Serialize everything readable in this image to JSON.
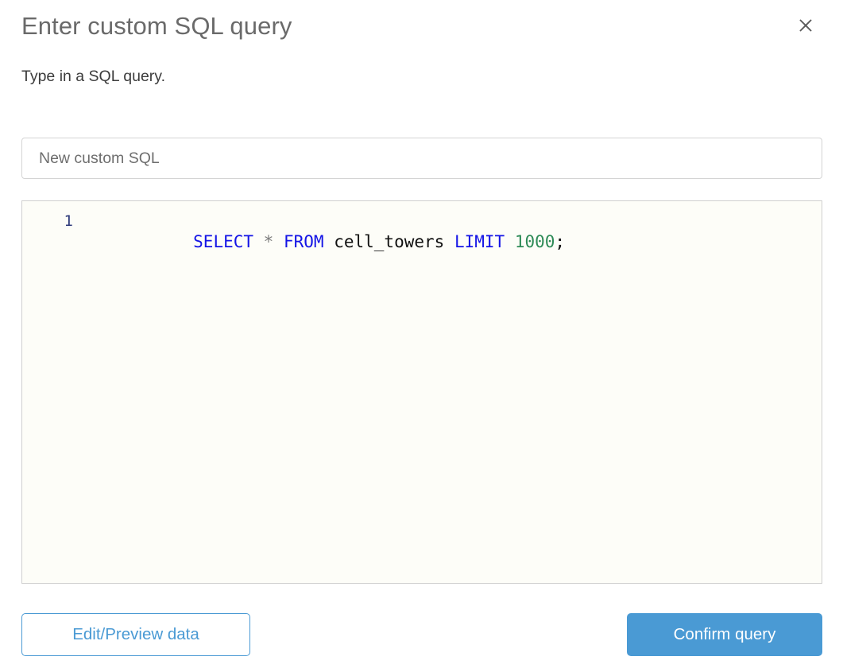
{
  "dialog": {
    "title": "Enter custom SQL query",
    "subtitle": "Type in a SQL query.",
    "close_icon": "close-icon"
  },
  "name_field": {
    "value": "New custom SQL",
    "placeholder": "New custom SQL"
  },
  "editor": {
    "line_numbers": [
      "1"
    ],
    "query": "SELECT * FROM cell_towers LIMIT 1000;",
    "tokens": [
      {
        "text": "SELECT",
        "type": "keyword"
      },
      {
        "text": " ",
        "type": "plain"
      },
      {
        "text": "*",
        "type": "operator"
      },
      {
        "text": " ",
        "type": "plain"
      },
      {
        "text": "FROM",
        "type": "keyword"
      },
      {
        "text": " ",
        "type": "plain"
      },
      {
        "text": "cell_towers",
        "type": "identifier"
      },
      {
        "text": " ",
        "type": "plain"
      },
      {
        "text": "LIMIT",
        "type": "keyword"
      },
      {
        "text": " ",
        "type": "plain"
      },
      {
        "text": "1000",
        "type": "number"
      },
      {
        "text": ";",
        "type": "punctuation"
      }
    ]
  },
  "footer": {
    "secondary_label": "Edit/Preview data",
    "primary_label": "Confirm query"
  },
  "colors": {
    "accent": "#4a9ad4",
    "keyword": "#1414e6",
    "number": "#2e8b57",
    "operator": "#7d7d7d",
    "gutter": "#2e3a7a",
    "title": "#6a6a6a",
    "editor_bg": "#fdfdf8"
  }
}
